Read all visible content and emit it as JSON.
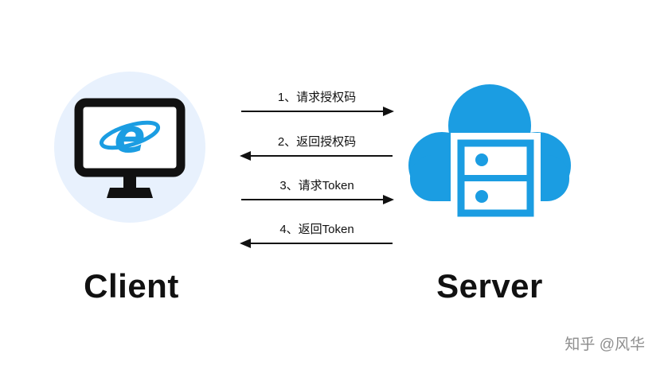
{
  "diagram": {
    "client": {
      "label": "Client"
    },
    "server": {
      "label": "Server"
    },
    "messages": [
      {
        "step": "1、请求授权码",
        "direction": "right"
      },
      {
        "step": "2、返回授权码",
        "direction": "left"
      },
      {
        "step": "3、请求Token",
        "direction": "right"
      },
      {
        "step": "4、返回Token",
        "direction": "left"
      }
    ],
    "watermark": "知乎 @风华",
    "icons": {
      "client": "ie-browser-monitor-icon",
      "server": "cloud-server-icon",
      "arrowheads": "solid-triangle"
    },
    "colors": {
      "accent_blue": "#1b9de2",
      "client_circle_bg": "#e8f1fd",
      "icon_black": "#111111",
      "watermark_gray": "#8e8e8e"
    }
  }
}
